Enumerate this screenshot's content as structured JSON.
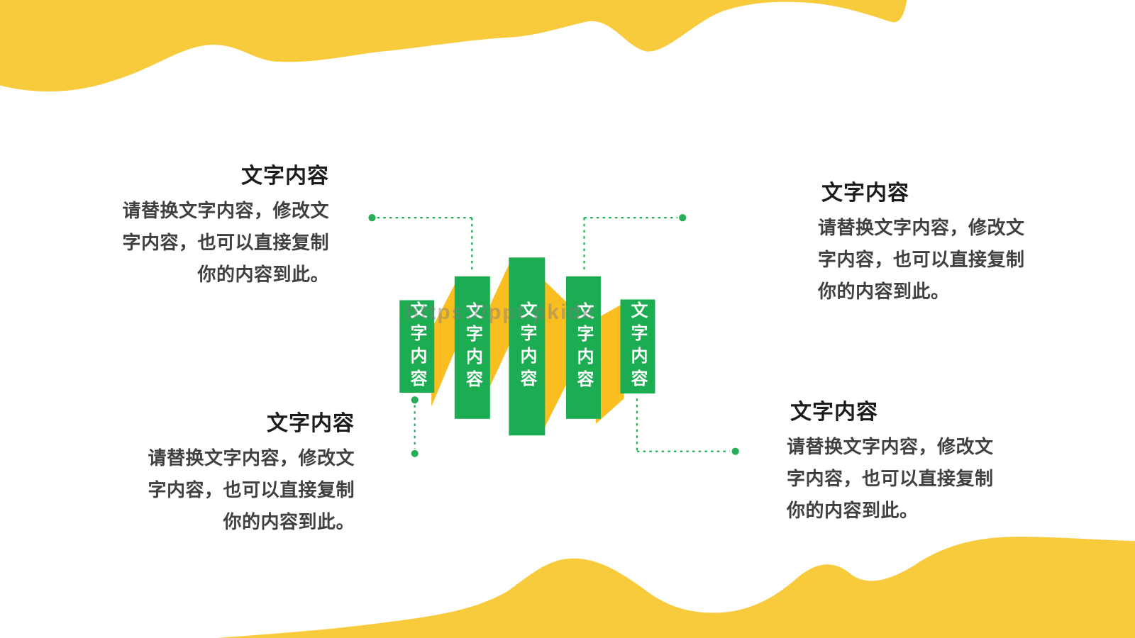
{
  "slide": {
    "colors": {
      "background": "#ffffff",
      "wave_yellow": "#F7CB3C",
      "ribbon_yellow": "#FBBE20",
      "bar_green": "#1CAD52",
      "connector_green": "#27AE57",
      "heading_text": "#1b1b1b",
      "body_text": "#404040",
      "bar_label_text": "#ffffff",
      "watermark_text": "#7d7d7d"
    },
    "watermark": "https://ppt.pkide",
    "diagram": {
      "bars": [
        {
          "label": "文字内容"
        },
        {
          "label": "文字内容"
        },
        {
          "label": "文字内容"
        },
        {
          "label": "文字内容"
        },
        {
          "label": "文字内容"
        }
      ]
    },
    "blocks": [
      {
        "position": "top-left",
        "heading": "文字内容",
        "lines": [
          "请替换文字内容，修改文",
          "字内容，也可以直接复制",
          "你的内容到此。"
        ]
      },
      {
        "position": "bottom-left",
        "heading": "文字内容",
        "lines": [
          "请替换文字内容，修改文",
          "字内容，也可以直接复制",
          "你的内容到此。"
        ]
      },
      {
        "position": "top-right",
        "heading": "文字内容",
        "lines": [
          "请替换文字内容，修改文",
          "字内容，也可以直接复制",
          "你的内容到此。"
        ]
      },
      {
        "position": "bottom-right",
        "heading": "文字内容",
        "lines": [
          "请替换文字内容，修改文",
          "字内容，也可以直接复制",
          "你的内容到此。"
        ]
      }
    ]
  }
}
